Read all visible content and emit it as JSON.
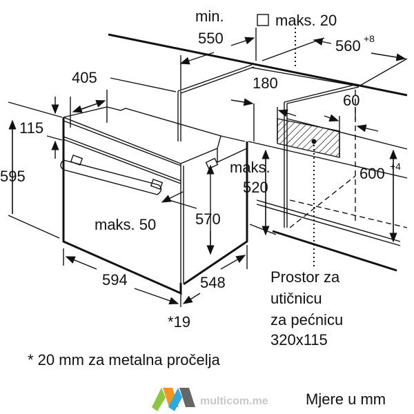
{
  "title": "Oven installation dimensions",
  "labels": {
    "min": "min.",
    "d550": "550",
    "max20": "maks. 20",
    "d560": "560",
    "d560_tol": "+8",
    "d405": "405",
    "d180": "180",
    "d60": "60",
    "d115": "115",
    "d595": "595",
    "maks": "maks.",
    "d520": "520",
    "d600": "600",
    "d600_tol": "+4",
    "max50": "maks. 50",
    "d570": "570",
    "d594": "594",
    "d548": "548",
    "d19": "*19"
  },
  "socket_note": [
    "Prostor za",
    "utičnicu",
    "za pećnicu",
    "320x115"
  ],
  "footnote": "* 20 mm za metalna pročelja",
  "units_note": "Mjere u mm",
  "watermark": "multicom.me",
  "colors": {
    "line": "#111111",
    "background": "#ffffff"
  }
}
